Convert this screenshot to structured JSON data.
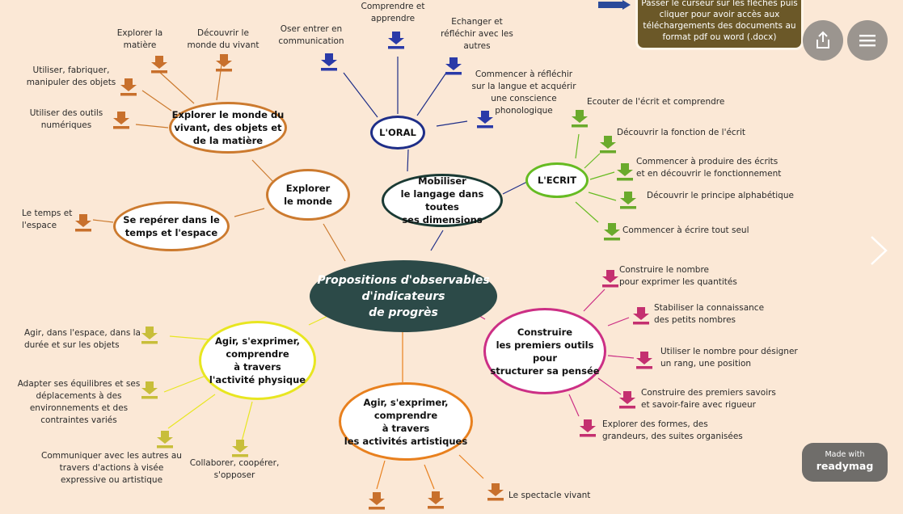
{
  "center": {
    "title": "Propositions d'observables\nd'indicateurs\nde progrès"
  },
  "nodes": {
    "explorer": "Explorer\nle monde",
    "monde_vivant": "Explorer le monde du\nvivant, des objets et\nde la matière",
    "temps_espace": "Se repérer dans le\ntemps et l'espace",
    "mobiliser": "Mobiliser\nle langage dans toutes\nses dimensions",
    "oral": "L'ORAL",
    "ecrit": "L'ECRIT",
    "construire": "Construire\nles premiers outils\npour\nstructurer sa pensée",
    "activite_physique": "Agir, s'exprimer,\ncomprendre\nà travers\nl'activité physique",
    "activites_artistiques": "Agir, s'exprimer,\ncomprendre\nà travers\nles activités artistiques"
  },
  "labels": {
    "explorer_matiere": "Explorer la\nmatière",
    "decouvrir_vivant": "Découvrir le\nmonde du vivant",
    "utiliser_fabriquer": "Utiliser, fabriquer,\nmanipuler des objets",
    "outils_numeriques": "Utiliser des outils\nnumériques",
    "temps_espace_leaf": "Le temps et\nl'espace",
    "oser": "Oser entrer en\ncommunication",
    "comprendre": "Comprendre et\napprendre",
    "echanger": "Echanger et\nréfléchir avec les\nautres",
    "reflechir_langue": "Commencer à réfléchir\nsur la langue et acquérir\nune conscience\nphonologique",
    "ecouter": "Ecouter de l'écrit et comprendre",
    "fonction_ecrit": "Découvrir la fonction de l'écrit",
    "produire_ecrits": "Commencer à produire des écrits\net en découvrir le fonctionnement",
    "principe_alpha": "Découvrir le principe alphabétique",
    "ecrire_seul": "Commencer à écrire tout seul",
    "construire_nombre": "Construire le nombre\npour exprimer les quantités",
    "petits_nombres": "Stabiliser la connaissance\ndes petits nombres",
    "rang": "Utiliser le nombre pour désigner\nun rang, une position",
    "savoirs": "Construire des premiers savoirs\net savoir-faire avec rigueur",
    "formes": "Explorer des formes, des\ngrandeurs, des suites organisées",
    "agir_espace": "Agir, dans l'espace, dans la\ndurée et sur les objets",
    "equilibres": "Adapter ses équilibres et ses\ndéplacements à des\nenvironnements et des\ncontraintes variés",
    "communiquer": "Communiquer avec les autres au\ntravers d'actions à visée\nexpressive ou artistique",
    "collaborer": "Collaborer, coopérer,\ns'opposer",
    "spectacle": "Le spectacle vivant"
  },
  "tooltip": "Passer le curseur sur les flèches puis\ncliquer pour avoir accès aux\ntéléchargements  des documents au\nformat pdf ou word (.docx)",
  "badge": {
    "small": "Made with",
    "brand": "readymag"
  },
  "buttons": {
    "share_icon": "share-icon",
    "menu_icon": "hamburger-menu-icon",
    "next_icon": "chevron-right-icon"
  },
  "colors": {
    "center_fill": "#2c4a48",
    "explorer": "#cc7a2e",
    "langage": "#1e2e88",
    "ecrit": "#66bb22",
    "construire": "#cc2f85",
    "physique": "#e8e620",
    "artistique": "#e8801e",
    "arrow_orange": "#c8702c",
    "arrow_blue": "#2a3aa8",
    "arrow_green": "#6aaa2c",
    "arrow_pink": "#c43070",
    "arrow_yellow": "#c8be3a",
    "background": "#fbe8d6"
  }
}
